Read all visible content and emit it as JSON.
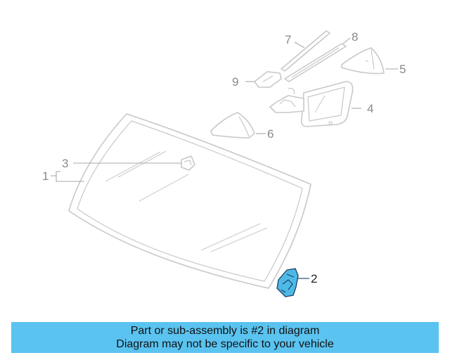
{
  "callouts": {
    "c1": "1",
    "c2": "2",
    "c3": "3",
    "c4": "4",
    "c5": "5",
    "c6": "6",
    "c7": "7",
    "c8": "8",
    "c9": "9"
  },
  "highlighted_part": "2",
  "colors": {
    "highlight_fill": "#4fb9e6",
    "banner": "#5ac3f0",
    "line_art": "#c8c8c8"
  },
  "banner": {
    "line1": "Part or sub-assembly is #2 in diagram",
    "line2": "Diagram may not be specific to your vehicle"
  }
}
